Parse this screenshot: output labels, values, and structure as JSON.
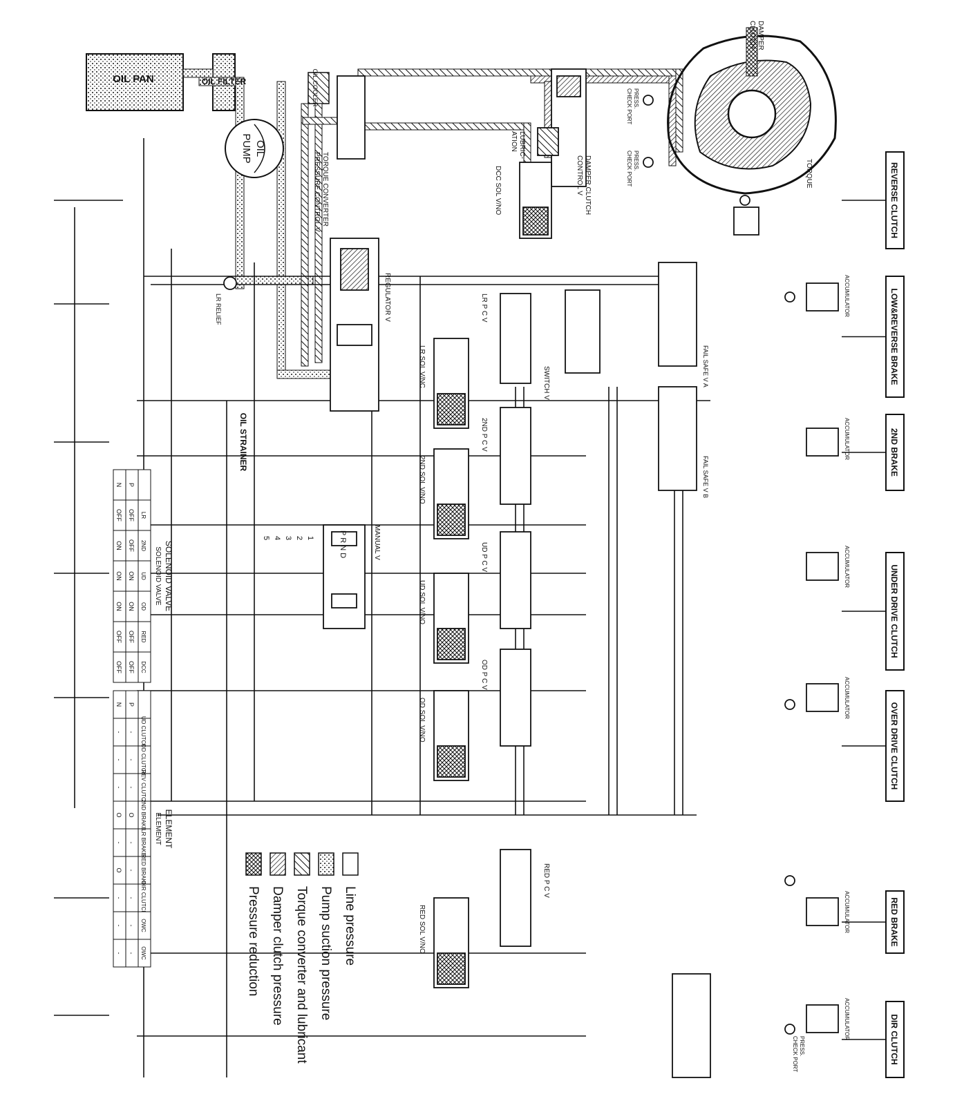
{
  "components": {
    "oil_pan": "OIL PAN",
    "oil_filter": "OIL FILTER",
    "oil_cooler": "OIL COOLER",
    "oil_pump": [
      "OIL",
      "PUMP"
    ],
    "oil_strainer": "OIL STRAINER",
    "regulator_valve": "REGULATOR V",
    "manual_valve": "MANUAL V",
    "tcc_valve": [
      "TORQUE CONVERTER",
      "PRESSURE CONTROL V"
    ],
    "dcc_valve": [
      "DAMPER CLUTCH",
      "CONTROL V"
    ],
    "lubrication": [
      "LUBRIC-",
      "ATION"
    ],
    "damper_clutch": [
      "DAMPER",
      "CLUTCH"
    ],
    "torque": "TORQUE",
    "dcc_sol": "DCC SOL V/NO",
    "lr_pcv": "LR P C V",
    "lr_sol": "LR SOL V/NC",
    "switch_valve": "SWITCH V",
    "second_pcv": "2ND P C V",
    "second_sol": "2ND SOL V/NO",
    "ud_pcv": "UD P C V",
    "ud_sol": "UD SOL V/NO",
    "od_pcv": "OD P C V",
    "od_sol": "OD SOL V/NO",
    "red_pcv": "RED P C V",
    "red_sol": "RED SOL V/NO",
    "fail_safe_a": "FAIL SAFE V A",
    "fail_safe_b": "FAIL SAFE V B",
    "relief": "LR RELIEF",
    "press_check_port": [
      "PRESS.",
      "CHECK PORT"
    ],
    "accumulator": "ACCUMULATOR"
  },
  "manual_positions": [
    "P R N D",
    "1",
    "2",
    "3",
    "4",
    "5"
  ],
  "outputs": [
    "REVERSE CLUTCH",
    "LOW&REVERSE BRAKE",
    "2ND BRAKE",
    "UNDER DRIVE CLUTCH",
    "OVER DRIVE CLUTCH",
    "RED BRAKE",
    "DIR CLUTCH"
  ],
  "legend": [
    {
      "label": "Line pressure",
      "pattern": "plain"
    },
    {
      "label": "Pump suction pressure",
      "pattern": "dots"
    },
    {
      "label": "Torque converter and lubricant",
      "pattern": "diag"
    },
    {
      "label": "Damper clutch pressure",
      "pattern": "diag2"
    },
    {
      "label": "Pressure reduction",
      "pattern": "cross"
    }
  ],
  "solenoid_table": {
    "title": "SOLENOID VALVE",
    "subtitle": "SOLENOID VALVE",
    "headers": [
      "",
      "LR",
      "2ND",
      "UD",
      "OD",
      "RED",
      "DCC"
    ],
    "rows": [
      [
        "P",
        "OFF",
        "OFF",
        "ON",
        "ON",
        "OFF",
        "OFF"
      ],
      [
        "N",
        "OFF",
        "ON",
        "ON",
        "ON",
        "OFF",
        "OFF"
      ]
    ]
  },
  "element_table": {
    "title": "ELEMENT",
    "subtitle": "ELEMENT",
    "headers": [
      "",
      "UD CLUTCH",
      "OD CLUTCH",
      "REV CLUTCH",
      "2ND BRAKE",
      "LR BRAKE",
      "RED BRAKE",
      "DIR CLUTCH",
      "OWC",
      "OWC"
    ],
    "rows": [
      [
        "P",
        "-",
        "-",
        "-",
        "O",
        "-",
        "-",
        "-",
        "-",
        "-"
      ],
      [
        "N",
        "-",
        "-",
        "-",
        "O",
        "-",
        "O",
        "-",
        "-",
        "-"
      ]
    ]
  },
  "colors": {
    "ink": "#111111",
    "paper": "#ffffff"
  }
}
